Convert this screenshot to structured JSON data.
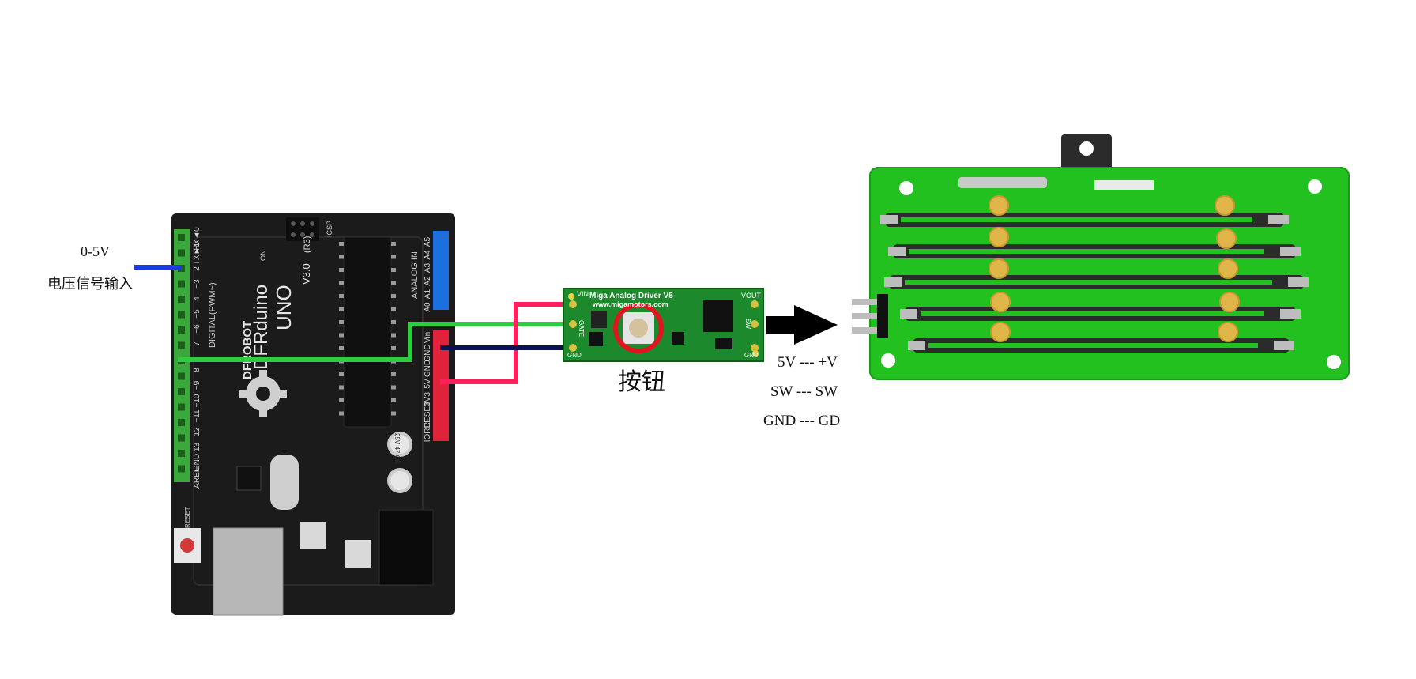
{
  "input_label": {
    "range": "0-5V",
    "desc": "电压信号输入"
  },
  "uno": {
    "brand": "DFROBOT",
    "name": "DFRduino",
    "model": "UNO",
    "version": "V3.0",
    "rev": "(R3)",
    "digital_pwm": "DIGITAL(PWM~)",
    "analog_in": "ANALOG IN",
    "icsp": "ICSP",
    "on": "ON",
    "reset": "RESET",
    "power_pins": [
      "Vin",
      "GND",
      "GND",
      "5V",
      "3V3",
      "RESET",
      "IOREF"
    ],
    "analog_pins": [
      "A5",
      "A4",
      "A3",
      "A2",
      "A1",
      "A0"
    ],
    "digital_pins_top": [
      "RX◄0",
      "TX►1",
      "2",
      "~3",
      "4",
      "~5",
      "~6",
      "7"
    ],
    "digital_pins_bottom": [
      "8",
      "~9",
      "~10",
      "~11",
      "12",
      "13",
      "GND",
      "AREF"
    ],
    "cap_text": "25V 47 CS"
  },
  "driver": {
    "title": "Miga Analog Driver V5",
    "url": "www.migamotors.com",
    "pins_left": [
      "VIN",
      "GATE",
      "GND"
    ],
    "pins_right": [
      "VOUT",
      "SW",
      "GND"
    ]
  },
  "button_label": "按钮",
  "mapping": [
    "5V --- +V",
    "SW --- SW",
    "GND --- GD"
  ],
  "colors": {
    "red_wire": "#ff1f5a",
    "green_wire": "#2ecc40",
    "navy_wire": "#0a1150",
    "blue_wire": "#1e3cd6",
    "board_black": "#1b1b1b",
    "board_green": "#22c11f",
    "header_green": "#3aa83a",
    "header_blue": "#1b6fe0",
    "header_red": "#e0223a",
    "arrow": "#000000",
    "button_ring": "#e0151f"
  }
}
